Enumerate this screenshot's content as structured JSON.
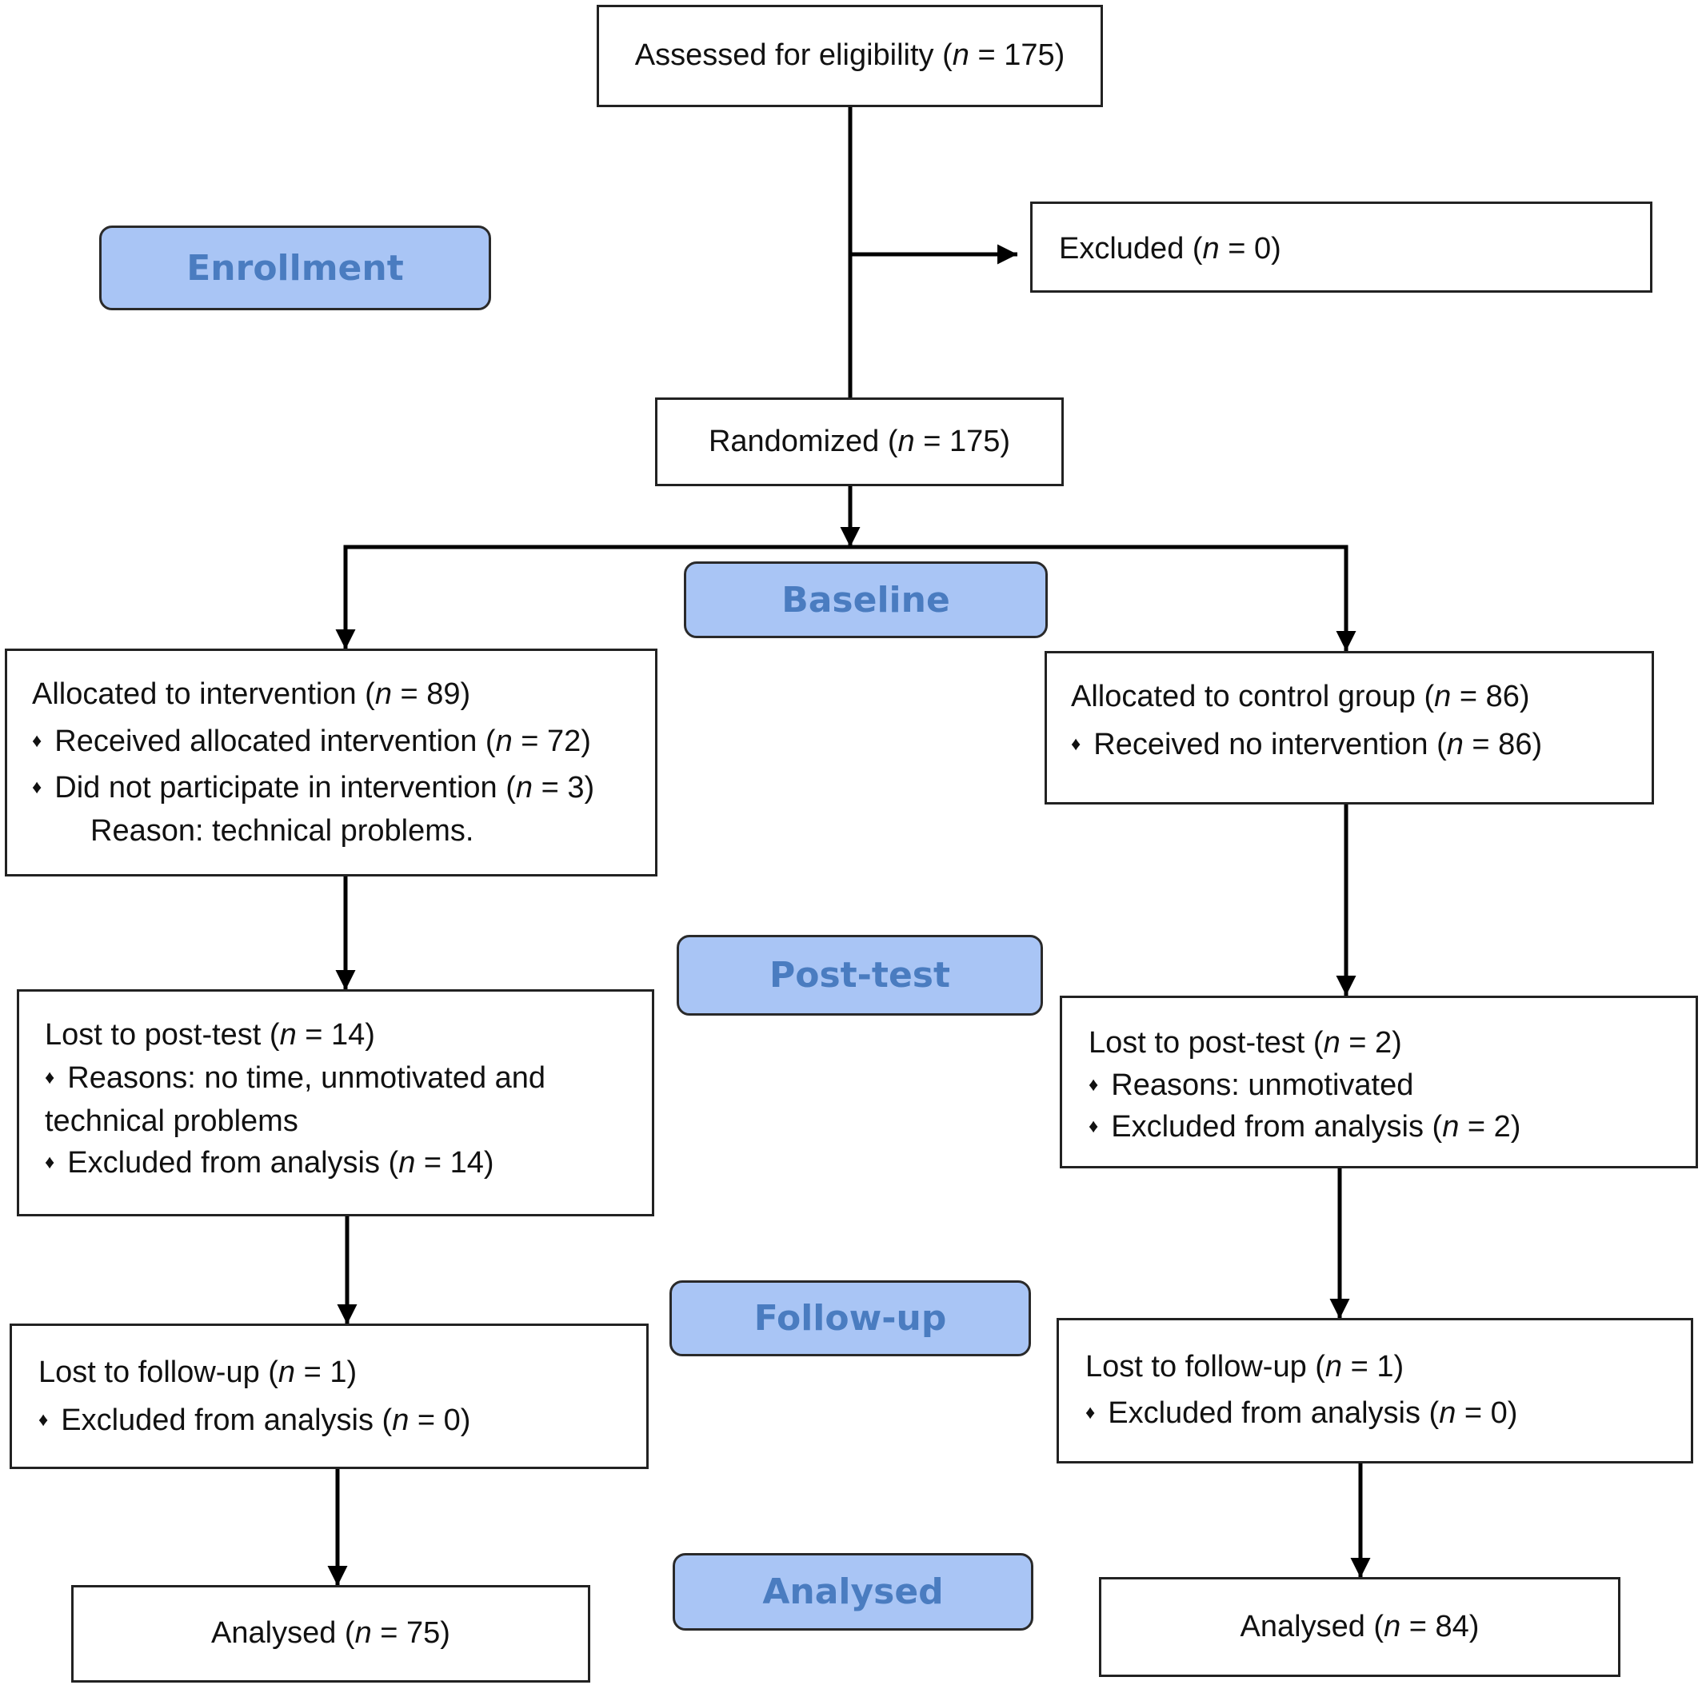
{
  "enrollment": {
    "stage_label": "Enrollment",
    "assessed": {
      "text": "Assessed for eligibility (",
      "n": "n",
      "rest": " = 175)"
    },
    "excluded": {
      "text": "Excluded (",
      "n": "n",
      "rest": " = 0)"
    },
    "randomized": {
      "text": "Randomized (",
      "n": "n",
      "rest": " = 175)"
    }
  },
  "baseline": {
    "stage_label": "Baseline",
    "intervention": {
      "line1": {
        "text": "Allocated to intervention (",
        "n": "n",
        "rest": " = 89)"
      },
      "line2": {
        "text": "Received allocated intervention (",
        "n": "n",
        "rest": " = 72)"
      },
      "line3": {
        "text": "Did not participate in intervention (",
        "n": "n",
        "rest": " = 3)"
      },
      "line4": "Reason: technical problems."
    },
    "control": {
      "line1": {
        "text": "Allocated to control group (",
        "n": "n",
        "rest": " = 86)"
      },
      "line2": {
        "text": "Received no intervention (",
        "n": "n",
        "rest": " = 86)"
      }
    }
  },
  "posttest": {
    "stage_label": "Post-test",
    "intervention": {
      "line1": {
        "text": "Lost to post-test (",
        "n": "n",
        "rest": " = 14)"
      },
      "line2": "Reasons: no time, unmotivated and",
      "line3": "technical problems",
      "line4": {
        "text": "Excluded from analysis (",
        "n": "n",
        "rest": " = 14)"
      }
    },
    "control": {
      "line1": {
        "text": "Lost to post-test (",
        "n": "n",
        "rest": " = 2)"
      },
      "line2": "Reasons: unmotivated",
      "line3": {
        "text": "Excluded from analysis (",
        "n": "n",
        "rest": " = 2)"
      }
    }
  },
  "followup": {
    "stage_label": "Follow-up",
    "intervention": {
      "line1": {
        "text": "Lost to follow-up (",
        "n": "n",
        "rest": " = 1)"
      },
      "line2": {
        "text": "Excluded from analysis (",
        "n": "n",
        "rest": " = 0)"
      }
    },
    "control": {
      "line1": {
        "text": "Lost to follow-up (",
        "n": "n",
        "rest": " = 1)"
      },
      "line2": {
        "text": "Excluded from analysis (",
        "n": "n",
        "rest": " = 0)"
      }
    }
  },
  "analysed": {
    "stage_label": "Analysed",
    "intervention": {
      "text": "Analysed (",
      "n": "n",
      "rest": " = 75)"
    },
    "control": {
      "text": "Analysed (",
      "n": "n",
      "rest": " = 84)"
    }
  }
}
